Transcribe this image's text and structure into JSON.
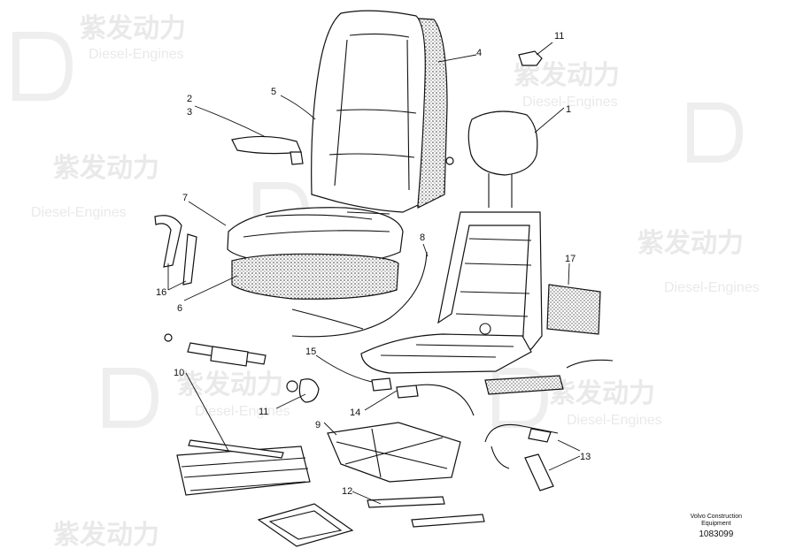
{
  "watermark": {
    "brand": "紫发动力",
    "sub": "Diesel-Engines"
  },
  "callouts": [
    {
      "id": "c1",
      "label": "1"
    },
    {
      "id": "c2",
      "label": "2"
    },
    {
      "id": "c3",
      "label": "3"
    },
    {
      "id": "c4",
      "label": "4"
    },
    {
      "id": "c5",
      "label": "5"
    },
    {
      "id": "c6",
      "label": "6"
    },
    {
      "id": "c7",
      "label": "7"
    },
    {
      "id": "c8",
      "label": "8"
    },
    {
      "id": "c9",
      "label": "9"
    },
    {
      "id": "c10",
      "label": "10"
    },
    {
      "id": "c11a",
      "label": "11"
    },
    {
      "id": "c11b",
      "label": "11"
    },
    {
      "id": "c12",
      "label": "12"
    },
    {
      "id": "c13",
      "label": "13"
    },
    {
      "id": "c14",
      "label": "14"
    },
    {
      "id": "c15",
      "label": "15"
    },
    {
      "id": "c16",
      "label": "16"
    },
    {
      "id": "c17",
      "label": "17"
    }
  ],
  "footer": {
    "line1": "Volvo Construction",
    "line2": "Equipment",
    "code": "1083099"
  }
}
